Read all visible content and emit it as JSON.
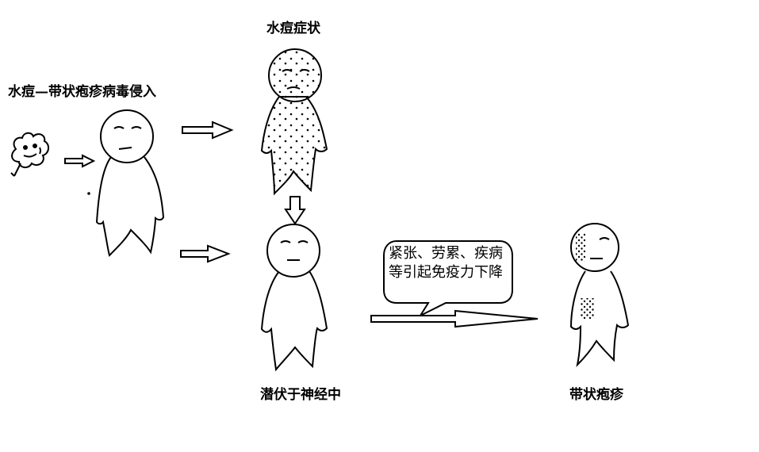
{
  "labels": {
    "infection": "水痘—带状疱疹病毒侵入",
    "chickenpox_symptoms": "水痘症状",
    "latent": "潜伏于神经中",
    "shingles": "带状疱疹"
  },
  "bubble": {
    "text": "紧张、劳累、疾病等引起免疫力下降"
  },
  "colors": {
    "ink": "#000000",
    "background": "#ffffff"
  }
}
